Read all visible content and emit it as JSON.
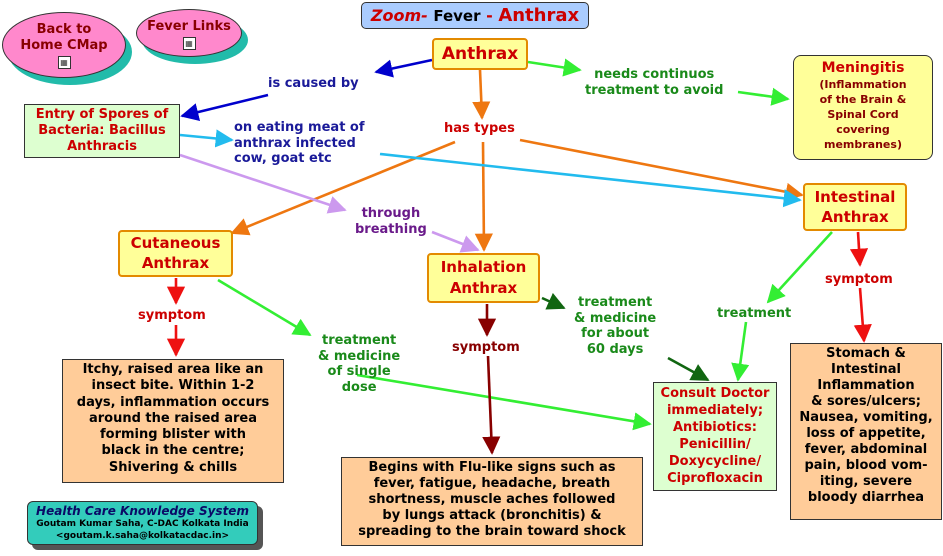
{
  "title": {
    "zoom": "Zoom-",
    "fever": "Fever",
    "dash": "-",
    "main": "Anthrax"
  },
  "nav": {
    "back": "Back to\nHome CMap",
    "fever_links": "Fever Links"
  },
  "nodes": {
    "anthrax": "Anthrax",
    "entry": "Entry of Spores of\nBacteria: Bacillus\nAnthracis",
    "meningitis_title": "Meningitis",
    "meningitis_desc": "(Inflammation\nof the Brain &\nSpinal Cord\ncovering\nmembranes)",
    "cutaneous": "Cutaneous\nAnthrax",
    "inhalation": "Inhalation\nAnthrax",
    "intestinal": "Intestinal\nAnthrax",
    "cutaneous_symptom": "Itchy, raised area like an\ninsect bite. Within 1-2\ndays, inflammation occurs\naround the raised area\nforming blister with\nblack in the centre;\nShivering & chills",
    "inhalation_symptom": "Begins with Flu-like signs such as\nfever, fatigue, headache, breath\nshortness, muscle aches followed\nby lungs attack (bronchitis) &\nspreading to the brain toward shock",
    "intestinal_symptom": "Stomach &\nIntestinal\nInflammation\n& sores/ulcers;\nNausea, vomiting,\nloss of appetite,\nfever, abdominal\npain, blood vom-\niting, severe\nbloody diarrhea",
    "consult": "Consult Doctor\nimmediately;\nAntibiotics:\nPenicillin/\nDoxycycline/\nCiprofloxacin"
  },
  "labels": {
    "caused_by": "is caused by",
    "needs": "needs continuos\ntreatment to avoid",
    "has_types": "has types",
    "eating": "on eating meat of\nanthrax infected\ncow, goat etc",
    "breathing": "through\nbreathing",
    "symptom_cut": "symptom",
    "symptom_inh": "symptom",
    "symptom_int": "symptom",
    "treat_cut": "treatment\n& medicine\nof single\ndose",
    "treat_inh": "treatment\n& medicine\nfor about\n60 days",
    "treat_int": "treatment"
  },
  "credit": {
    "title": "Health Care Knowledge System",
    "author": "Goutam Kumar Saha, C-DAC Kolkata India",
    "email": "<goutam.k.saha@kolkatacdac.in>"
  },
  "colors": {
    "blue_arrow": "#0000cc",
    "orange_arrow": "#ee7711",
    "green_arrow": "#33ee33",
    "cyan_arrow": "#22bbee",
    "violet_arrow": "#cc99ee",
    "red_arrow": "#ee1111",
    "darkred_arrow": "#880000",
    "darkgreen_arrow": "#116611"
  }
}
